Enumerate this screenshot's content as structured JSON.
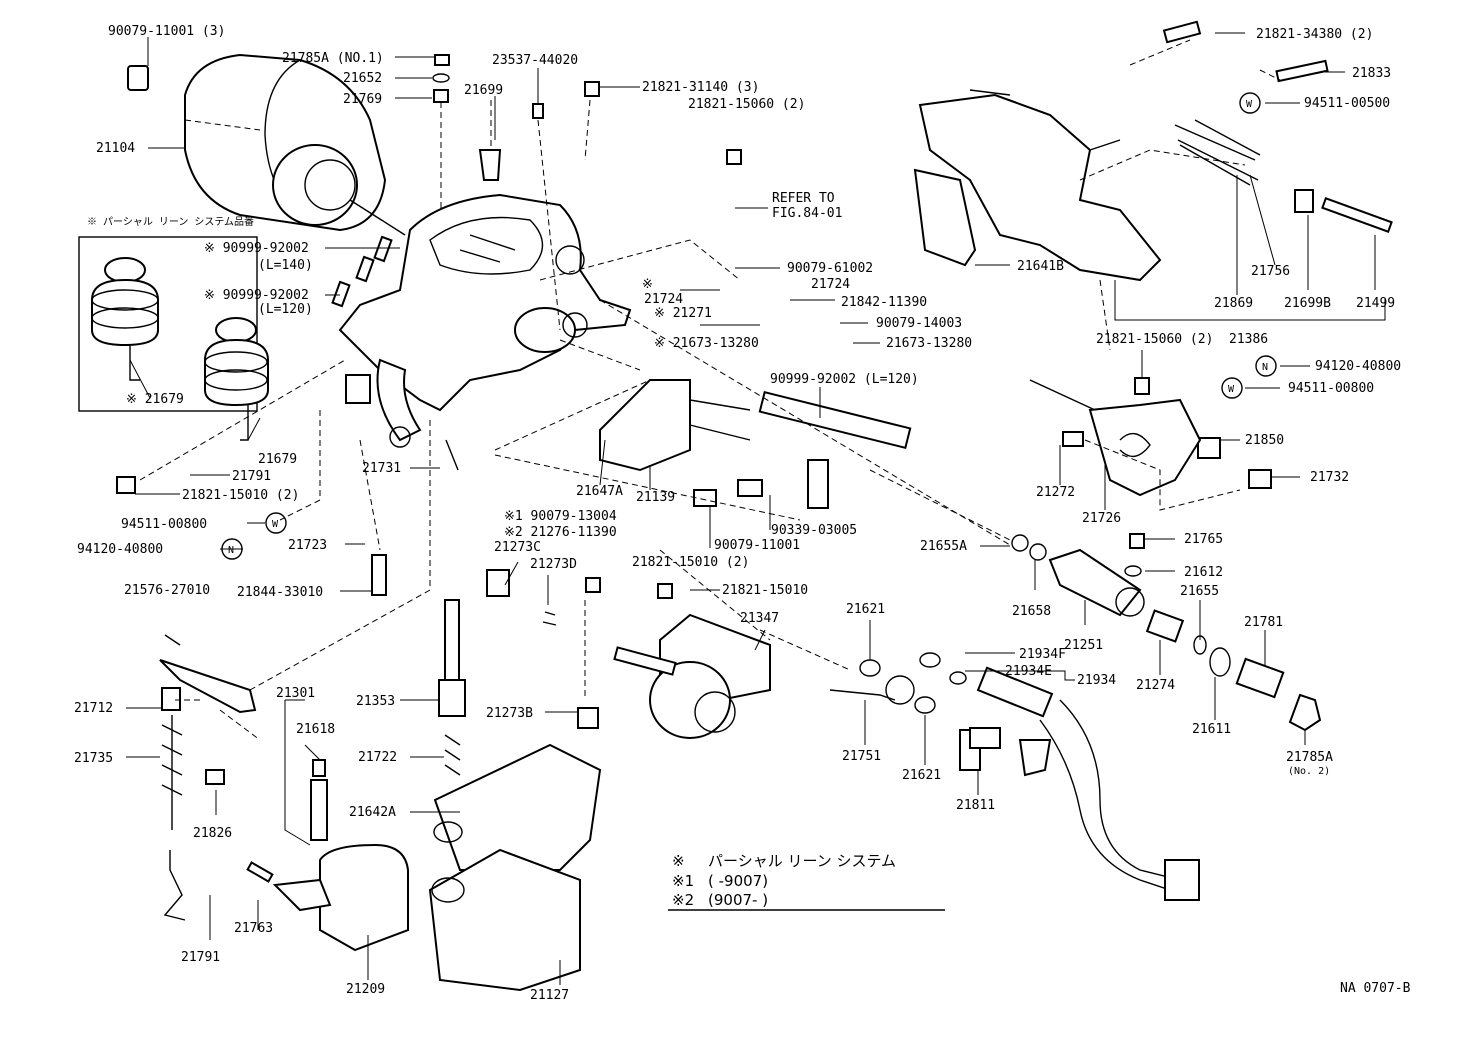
{
  "diagram_code": "NA 0707-B",
  "inset_title": "※ パーシャル リーン システム品番",
  "legend": {
    "line1_mark": "※",
    "line1_text": "パーシャル リーン システム",
    "line2_mark": "※1",
    "line2_text": "(      -9007)",
    "line3_mark": "※2",
    "line3_text": "(9007-       )"
  },
  "reference_note": {
    "line1": "REFER TO",
    "line2": "FIG.84-01"
  },
  "labels": {
    "p1": "90079-11001 (3)",
    "p2": "21785A (NO.1)",
    "p3": "21652",
    "p4": "21769",
    "p5": "21699",
    "p6": "23537-44020",
    "p7": "21821-31140 (3)",
    "p8": "21821-15060 (2)",
    "p9": "21104",
    "p10": "※ 90999-92002",
    "p10b": "(L=140)",
    "p11": "※ 90999-92002",
    "p11b": "(L=120)",
    "p12": "※ 21679",
    "p13": "21679",
    "p14": "21791",
    "p15": "21821-15010 (2)",
    "p16": "94511-00800",
    "p17": "94120-40800",
    "p18": "21731",
    "p19": "21723",
    "p20": "21844-33010",
    "p21": "21576-27010",
    "p22": "21712",
    "p23": "21735",
    "p24": "21826",
    "p25": "21791",
    "p26": "21763",
    "p27": "21209",
    "p28": "21301",
    "p29": "21618",
    "p30": "21353",
    "p31": "21722",
    "p32": "21642A",
    "p33": "21127",
    "p34": "21273C",
    "p35": "21273D",
    "p36": "21273B",
    "p37": "※1 90079-13004",
    "p38": "※2 21276-11390",
    "p39": "21647A",
    "p40": "21139",
    "p41": "21821-15010 (2)",
    "p42": "90079-11001",
    "p43": "90339-03005",
    "p44": "21821-15010",
    "p45": "21347",
    "p46": "90079-61002",
    "p47": "※",
    "p47b": "21724",
    "p48": "21724",
    "p49": "21842-11390",
    "p50": "※ 21271",
    "p51": "90079-14003",
    "p52": "※ 21673-13280",
    "p53": "21673-13280",
    "p54": "90999-92002 (L=120)",
    "p55": "21821-34380 (2)",
    "p56": "21833",
    "p57": "94511-00500",
    "p58": "21641B",
    "p59": "21756",
    "p60": "21869",
    "p61": "21699B",
    "p62": "21499",
    "p63": "21386",
    "p64": "21821-15060 (2)",
    "p65": "94120-40800",
    "p66": "94511-00800",
    "p67": "21850",
    "p68": "21732",
    "p69": "21272",
    "p70": "21726",
    "p71": "21765",
    "p72": "21612",
    "p73": "21655",
    "p74": "21655A",
    "p75": "21658",
    "p76": "21251",
    "p77": "21274",
    "p78": "21781",
    "p79": "21611",
    "p80": "21785A",
    "p80b": "(No. 2)",
    "p81": "21621",
    "p82": "21934F",
    "p83": "21934E",
    "p84": "21934",
    "p85": "21751",
    "p86": "21621",
    "p87": "21811"
  },
  "badges": {
    "w": "W",
    "n": "N"
  }
}
